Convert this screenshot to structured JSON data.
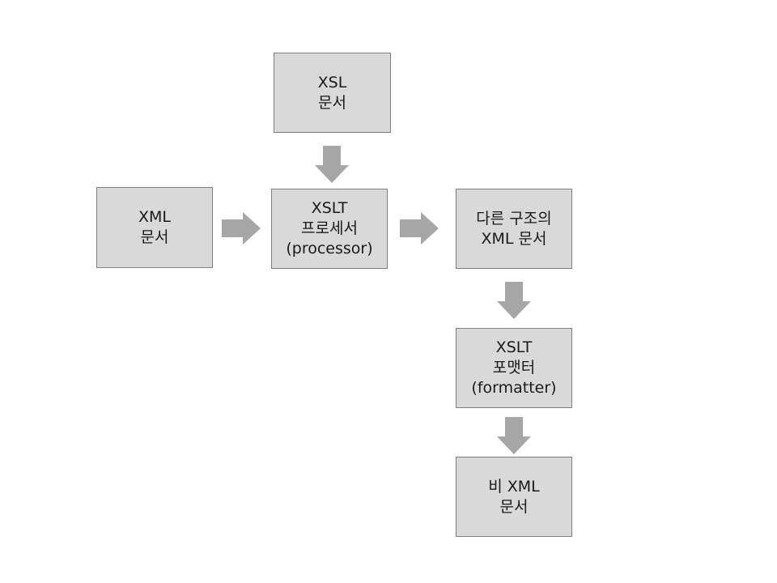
{
  "nodes": {
    "xsl_doc": {
      "lines": [
        "XSL",
        "문서"
      ]
    },
    "xml_doc": {
      "lines": [
        "XML",
        "문서"
      ]
    },
    "xslt_processor": {
      "lines": [
        "XSLT",
        "프로세서",
        "(processor)"
      ]
    },
    "other_xml_doc": {
      "lines": [
        "다른 구조의",
        "XML 문서"
      ]
    },
    "xslt_formatter": {
      "lines": [
        "XSLT",
        "포맷터",
        "(formatter)"
      ]
    },
    "non_xml_doc": {
      "lines": [
        "비 XML",
        "문서"
      ]
    }
  },
  "colors": {
    "box_fill": "#d9d9d9",
    "box_border": "#7f7f7f",
    "arrow_fill": "#a6a6a6",
    "text": "#1a1a1a"
  },
  "edges": [
    {
      "from": "xsl_doc",
      "to": "xslt_processor"
    },
    {
      "from": "xml_doc",
      "to": "xslt_processor"
    },
    {
      "from": "xslt_processor",
      "to": "other_xml_doc"
    },
    {
      "from": "other_xml_doc",
      "to": "xslt_formatter"
    },
    {
      "from": "xslt_formatter",
      "to": "non_xml_doc"
    }
  ]
}
